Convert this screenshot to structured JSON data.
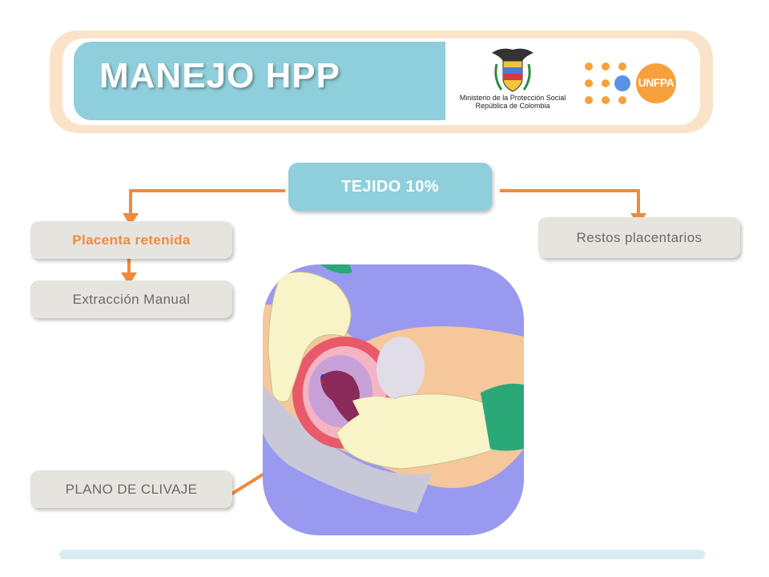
{
  "header": {
    "title": "MANEJO HPP",
    "ministry_line1": "Ministerio de la Protección Social",
    "ministry_line2": "República de Colombia",
    "unfpa": "UNFPA"
  },
  "diagram": {
    "root": "TEJIDO 10%",
    "left_branch": "Placenta retenida",
    "left_child": "Extracción Manual",
    "right_branch": "Restos placentarios",
    "annotation": "PLANO DE CLIVAJE"
  },
  "colors": {
    "accent_orange": "#f08a3c",
    "teal": "#8ecfdb",
    "box_gray": "#e6e4df"
  }
}
